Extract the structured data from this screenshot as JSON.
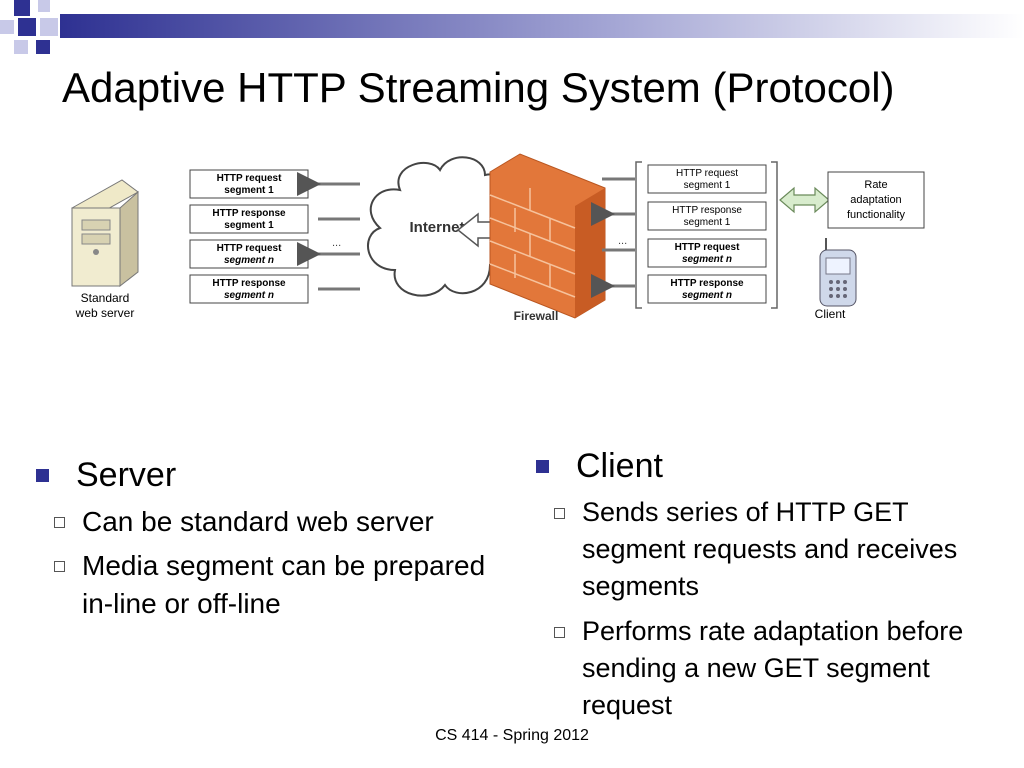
{
  "colors": {
    "accent_dark": "#2e3192",
    "accent_light": "#c8c9e8",
    "firewall": "#e2773a"
  },
  "title": "Adaptive HTTP Streaming System (Protocol)",
  "diagram": {
    "server_label_line1": "Standard",
    "server_label_line2": "web server",
    "internet_label": "Internet",
    "firewall_label": "Firewall",
    "client_label": "Client",
    "ellipsis": "...",
    "left_stack": [
      {
        "line1": "HTTP request",
        "line2": "segment 1"
      },
      {
        "line1": "HTTP response",
        "line2": "segment 1"
      },
      {
        "line1": "HTTP request",
        "line2": "segment n"
      },
      {
        "line1": "HTTP response",
        "line2": "segment n"
      }
    ],
    "right_stack": [
      {
        "line1": "HTTP request",
        "line2": "segment 1"
      },
      {
        "line1": "HTTP response",
        "line2": "segment 1"
      },
      {
        "line1": "HTTP request",
        "line2": "segment n"
      },
      {
        "line1": "HTTP response",
        "line2": "segment n"
      }
    ],
    "rate_box": {
      "line1": "Rate",
      "line2": "adaptation",
      "line3": "functionality"
    }
  },
  "server_section": {
    "heading": "Server",
    "items": [
      "Can be standard web server",
      "Media segment can be prepared in-line or off-line"
    ]
  },
  "client_section": {
    "heading": "Client",
    "items": [
      "Sends series of HTTP GET segment requests and receives  segments",
      "Performs rate adaptation before sending a new GET segment request"
    ]
  },
  "footer": "CS 414 - Spring 2012"
}
